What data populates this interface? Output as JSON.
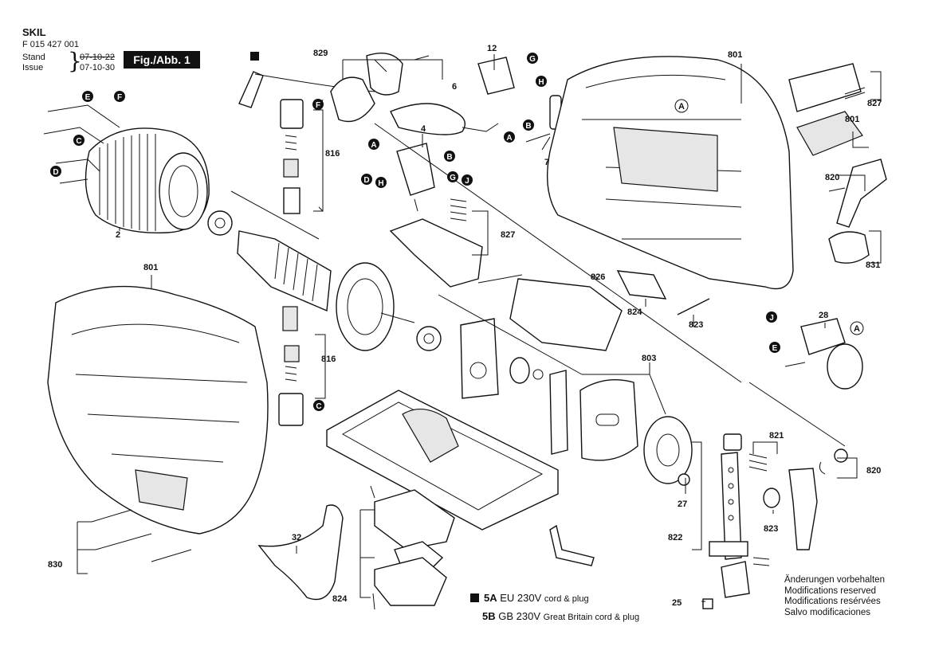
{
  "header": {
    "brand": "SKIL",
    "doc_number": "F 015 427 001",
    "stand_label": "Stand",
    "stand_date": "07-10-22",
    "issue_label": "Issue",
    "issue_date": "07-10-30",
    "figure_label": "Fig./Abb. 1"
  },
  "part_labels": {
    "p2": "2",
    "p4": "4",
    "p6": "6",
    "p7": "7",
    "p12": "12",
    "p25": "25",
    "p27": "27",
    "p28": "28",
    "p32": "32",
    "p801_top": "801",
    "p801_left": "801",
    "p801_right": "801",
    "p803": "803",
    "p816_top": "816",
    "p816_bottom": "816",
    "p820_top": "820",
    "p820_bottom": "820",
    "p821": "821",
    "p822": "822",
    "p823_center": "823",
    "p823_right": "823",
    "p824_center": "824",
    "p824_bottom": "824",
    "p826": "826",
    "p827_center": "827",
    "p827_right": "827",
    "p829": "829",
    "p830": "830",
    "p831": "831"
  },
  "connectors": {
    "A": "A",
    "B": "B",
    "C": "C",
    "D": "D",
    "E": "E",
    "F": "F",
    "G": "G",
    "H": "H",
    "J": "J"
  },
  "legend": {
    "row_5a_code": "5A",
    "row_5a_main": "EU 230V",
    "row_5a_small": "cord & plug",
    "row_5b_code": "5B",
    "row_5b_main": "GB 230V",
    "row_5b_small": "Great Britain cord & plug"
  },
  "modifications": [
    "Änderungen vorbehalten",
    "Modifications reserved",
    "Modifications resérvées",
    "Salvo modificaciones"
  ],
  "colors": {
    "ink": "#111111",
    "paper": "#ffffff",
    "badge": "#111111"
  }
}
